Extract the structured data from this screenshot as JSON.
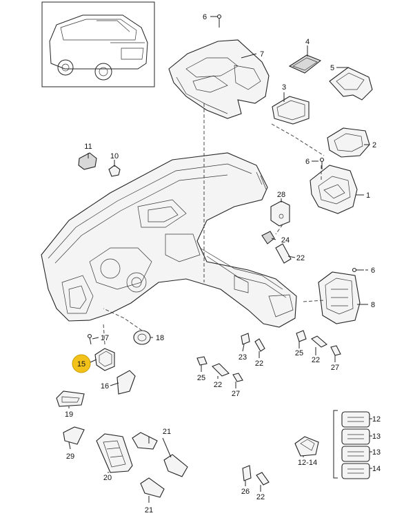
{
  "callouts": [
    {
      "id": "c6a",
      "label": "6"
    },
    {
      "id": "c7",
      "label": "7"
    },
    {
      "id": "c4",
      "label": "4"
    },
    {
      "id": "c5",
      "label": "5"
    },
    {
      "id": "c3",
      "label": "3"
    },
    {
      "id": "c2",
      "label": "2"
    },
    {
      "id": "c6b",
      "label": "6"
    },
    {
      "id": "c1",
      "label": "1"
    },
    {
      "id": "c11",
      "label": "11"
    },
    {
      "id": "c10",
      "label": "10"
    },
    {
      "id": "c28",
      "label": "28"
    },
    {
      "id": "c24",
      "label": "24"
    },
    {
      "id": "c22a",
      "label": "22"
    },
    {
      "id": "c6c",
      "label": "6"
    },
    {
      "id": "c8",
      "label": "8"
    },
    {
      "id": "c17",
      "label": "17"
    },
    {
      "id": "c18",
      "label": "18"
    },
    {
      "id": "c16",
      "label": "16"
    },
    {
      "id": "c19",
      "label": "19"
    },
    {
      "id": "c23a",
      "label": "23"
    },
    {
      "id": "c22b",
      "label": "22"
    },
    {
      "id": "c25a",
      "label": "25"
    },
    {
      "id": "c22c",
      "label": "22"
    },
    {
      "id": "c27a",
      "label": "27"
    },
    {
      "id": "c25b",
      "label": "25"
    },
    {
      "id": "c22d",
      "label": "22"
    },
    {
      "id": "c27b",
      "label": "27"
    },
    {
      "id": "c29",
      "label": "29"
    },
    {
      "id": "c20",
      "label": "20"
    },
    {
      "id": "c21a",
      "label": "21"
    },
    {
      "id": "c21b",
      "label": "21"
    },
    {
      "id": "c12",
      "label": "12"
    },
    {
      "id": "c13a",
      "label": "13"
    },
    {
      "id": "c13b",
      "label": "13"
    },
    {
      "id": "c14",
      "label": "14"
    },
    {
      "id": "c1214",
      "label": "12-14"
    },
    {
      "id": "c26",
      "label": "26"
    },
    {
      "id": "c22e",
      "label": "22"
    }
  ],
  "highlight": {
    "label": "15"
  },
  "colors": {
    "highlight": "#f2c21b",
    "ink": "#222222"
  }
}
